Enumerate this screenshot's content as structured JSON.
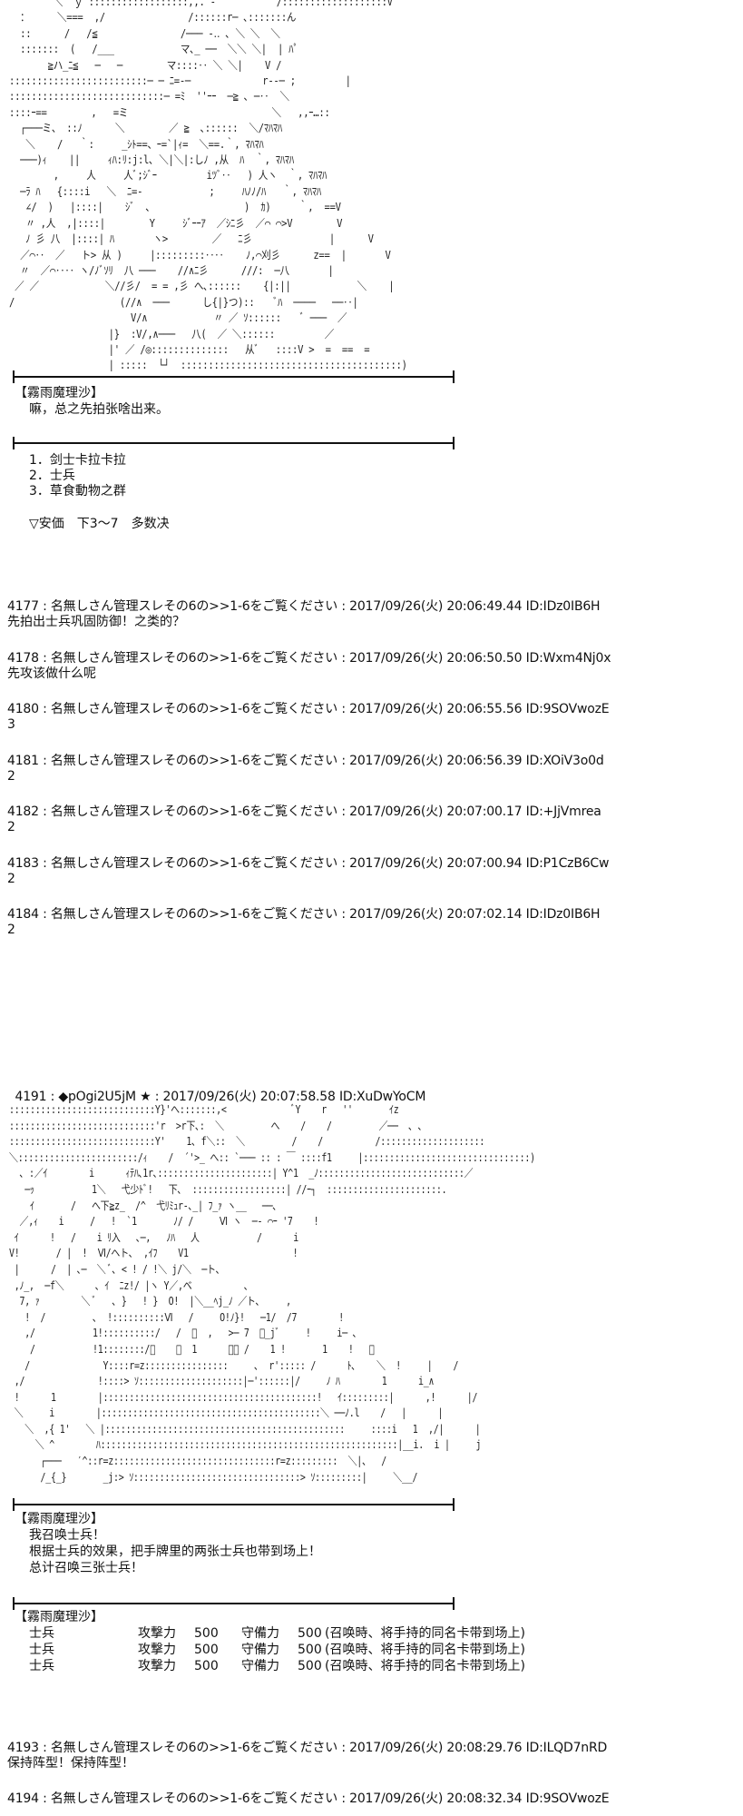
{
  "art1": {
    "lines": [
      "        ＼  ｙ ::::::::::::::::::,,. -           /:::::::::::::::::::V",
      "  ：     ＼===  ,/               /::::::r─ ､:::::::ん",
      "  ::      /   /≦               /─── -‥ ､ ＼ ＼  ＼",
      "  :::::::  (   /___            マ､_ ──  ＼＼ ＼|  | ﾊﾟ",
      "       ≧ハ_ﾆ≦   ─   ─        マ::::‥ ＼ ＼|    V /",
      ":::::::::::::::::::::::::─ ─ ﾆ=-─             r‐‐─ ;         |",
      "::::::::::::::::::::::::::::─ =ﾐ  ''ｰｰ  ─≧ ､ ─‥  ＼",
      "::::ｰ==        ,   =ミ                          ＼   ,,ｰ…:: ",
      "  ┌───ミ、 ::ﾉ      ＼        ／ ≧  ､::::::  ＼/ﾏﾊﾏﾊ",
      "   ＼    /   ｀:     _ｼﾄ==、ｰ=`|ｨ=  ＼==.｀, ﾏﾊﾏﾊ",
      "  ───)ｨ    ||     ｨﾊ:ﾘ:j:l､ ＼|＼|:しﾉ ,从  ﾊ  ｀, ﾏﾊﾏﾊ",
      "        ,     人     人ﾞ;ｼﾞｰ         iﾂﾞ‥   ) 人ヽ  ｀, ﾏﾊﾏﾊ",
      "  ─ﾗ ﾊ   {::::i   ＼  ﾆ=-            ;     ﾊﾉﾉ/ﾊ   ｀, ﾏﾊﾏﾊ",
      "   ∠/  )   |::::|    ｼﾞ  ､                 )  ｶ)     ｀,  ==V",
      "   〃 ,人  ,|::::|        Y     ｼﾞｰｰｱ  ／ｼﾆ彡  ／⌒ ⌒>V        V",
      "   ﾉ 彡 八  |::::| ﾊ       ヽ>        ／   ﾆ彡              |      V",
      "  ／⌒‥  ／   ト> 从 )     |:::::::::‥‥    ﾉ,⌒刈彡      z==  |       V",
      "  〃  ／⌒‥‥ ヽ/ﾉﾞｿﾘ  八 ───    //∧ﾆ彡      ///:  ─八       |",
      " ／ ／            ＼//彡/  = = ,彡 へ､::::::    {|:||            ＼    |",
      "/                   (//∧  ───      し{|}つ)::    ﾞﾊ  ────   ──‥|",
      "                      V/∧            〃 ／ ｿ::::::    ﾞ ───  ／",
      "                  |}  :V/,∧───   八(  ／ ＼::::::         ／",
      "                  |' ／ /◎::::::::::::::   从ﾞ   ::::V >  =  ==  =",
      "                  | :::::  └┘  ::::::::::::::::::::::::::::::::::::::::)"
    ]
  },
  "scene1": {
    "speaker": "【霧雨魔理沙】",
    "line": "嘛，总之先拍张啥出来。",
    "options": [
      "1．剑士卡拉卡拉",
      "2．士兵",
      "3．草食動物之群"
    ],
    "vote_rule": "▽安価　下3～7　多数决"
  },
  "posts": [
    {
      "num": "4177",
      "name": "名無しさん管理スレその6の>>1-6をご覧ください",
      "date": "2017/09/26(火) 20:06:49.44",
      "id": "ID:IDz0IB6H",
      "body": "先拍出士兵巩固防御！之类的？"
    },
    {
      "num": "4178",
      "name": "名無しさん管理スレその6の>>1-6をご覧ください",
      "date": "2017/09/26(火) 20:06:50.50",
      "id": "ID:Wxm4Nj0x",
      "body": "先攻该做什么呢"
    },
    {
      "num": "4180",
      "name": "名無しさん管理スレその6の>>1-6をご覧ください",
      "date": "2017/09/26(火) 20:06:55.56",
      "id": "ID:9SOVwozE",
      "body": "3"
    },
    {
      "num": "4181",
      "name": "名無しさん管理スレその6の>>1-6をご覧ください",
      "date": "2017/09/26(火) 20:06:56.39",
      "id": "ID:XOiV3o0d",
      "body": "2"
    },
    {
      "num": "4182",
      "name": "名無しさん管理スレその6の>>1-6をご覧ください",
      "date": "2017/09/26(火) 20:07:00.17",
      "id": "ID:+JjVmrea",
      "body": "2"
    },
    {
      "num": "4183",
      "name": "名無しさん管理スレその6の>>1-6をご覧ください",
      "date": "2017/09/26(火) 20:07:00.94",
      "id": "ID:P1CzB6Cw",
      "body": "2"
    },
    {
      "num": "4184",
      "name": "名無しさん管理スレその6の>>1-6をご覧ください",
      "date": "2017/09/26(火) 20:07:02.14",
      "id": "ID:IDz0IB6H",
      "body": "2"
    }
  ],
  "op_post": {
    "num": "4191",
    "name": "◆pOgi2U5jM ★",
    "date": "2017/09/26(火) 20:07:58.58",
    "id": "ID:XuDwYoCM"
  },
  "art2": {
    "lines": [
      "::::::::::::::::::::::::::::Y}'へ:::::::,<             ﾞY    r   ''       ｲz",
      "::::::::::::::::::::::::::::'r  >r下､:  ＼         へ    /    /         ／──  ､ ､",
      "::::::::::::::::::::::::::::Y'    1､ f＼::  ＼         /    /          /::::::::::::::::::::",
      "＼:::::::::::::::::::::::/ｨ    /  ´'>_ へ:: `─── :: : ￣ ::::f1     |::::::::::::::::::::::::::::::::)",
      "  ､ :／ｲ        i      ｨﾃﾊ､1r､::::::::::::::::::::::| Y^1  _ﾉ::::::::::::::::::::::::::::／",
      "   ─ｯ           1＼   弋少ﾄﾞ!   下､  ::::::::::::::::::| //ｰ┐  ::::::::::::::::::::::.",
      "    ｲ       /   へ下≧z_  /^  弋ﾘﾐｭr‐､_| ﾌ_ｧ ヽ__   ──､",
      "  ／,ｨ    i     /   !  `1       ﾉ/ /     Ⅵ ヽ  ─‐ ⌒ｰ '7    !",
      " ｲ      !   /    i ﾘ入   ､─,   ﾉﾊ   人           /      i",
      "V!       / |  !  Ⅵ/ヘト､  ,ｲﾌ    V1                    !",
      " |      /  | ､─  ＼ ﾞ､ < ! / !＼ j/＼  ─ト､",
      " ,ﾉ_,  ─f＼      ､ ｲ  ﾆz!/ |ヽ Y／,ベ          ､",
      "  7, ｧ        ＼ ﾞ   ､ }   ! }  O!  |＼__ﾍj_ﾉ ／ト､     ,",
      "   !  /         ､  !::::::::::Ⅵ   /     O!ﾉ}!   ─1/  /7        !",
      "   ,/           1!::::::::::/   /  ﾞ  ,   >─ 7  ＼_jﾞ     !     i─ ､",
      "    /           !1::::::::/ﾞ    ､  1      ／＼ /    1 !       1    !   ＼",
      "   /              Y::::r=z::::::::::::::::     ､  r'::::: /      ﾄ､    ＼  !     |    /",
      " ,/              !::::> ｿ::::::::::::::::::::|─'::::::|/     ﾉ ﾊ        1      i_∧",
      " !      1        |:::::::::::::::::::::::::::::::::::::::::!   ｲ:::::::::|      ,!      |/",
      " ＼     i        |::::::::::::::::::::::::::::::::::::::::::＼ ──ﾉ.l    /   |      |",
      "   ＼  ,{ 1'   ＼ |::::::::::::::::::::::::::::::::::::::::::::::     ::::i   1  ,/|      |",
      "     ＼ ^        ﾊ:::::::::::::::::::::::::::::::::::::::::::::::::::::::::|__i.  i |     j",
      "      ┌───   ′^::r=z:::::::::::::::::::::::::::::::r=z:::::::::  ＼|、  /",
      "      /_{_}       _j:> ｿ::::::::::::::::::::::::::::::::> ｿ:::::::::|     ＼__/"
    ]
  },
  "scene2": {
    "speaker": "【霧雨魔理沙】",
    "lines": [
      "我召唤士兵！",
      "根据士兵的效果，把手牌里的两张士兵也带到场上！",
      "总计召唤三张士兵！"
    ]
  },
  "scene3": {
    "speaker": "【霧雨魔理沙】",
    "cards": [
      {
        "name": "士兵",
        "atk_label": "攻撃力",
        "atk": "500",
        "def_label": "守備力",
        "def": "500",
        "effect": "(召唤時、将手持的同名卡带到场上)"
      },
      {
        "name": "士兵",
        "atk_label": "攻撃力",
        "atk": "500",
        "def_label": "守備力",
        "def": "500",
        "effect": "(召唤時、将手持的同名卡带到场上)"
      },
      {
        "name": "士兵",
        "atk_label": "攻撃力",
        "atk": "500",
        "def_label": "守備力",
        "def": "500",
        "effect": "(召唤時、将手持的同名卡带到场上)"
      }
    ]
  },
  "posts_after": [
    {
      "num": "4193",
      "name": "名無しさん管理スレその6の>>1-6をご覧ください",
      "date": "2017/09/26(火) 20:08:29.76",
      "id": "ID:ILQD7nRD",
      "body": "保持阵型！保持阵型！"
    },
    {
      "num": "4194",
      "name": "名無しさん管理スレその6の>>1-6をご覧ください",
      "date": "2017/09/26(火) 20:08:32.34",
      "id": "ID:9SOVwozE",
      "body": ""
    }
  ],
  "separator": " : "
}
